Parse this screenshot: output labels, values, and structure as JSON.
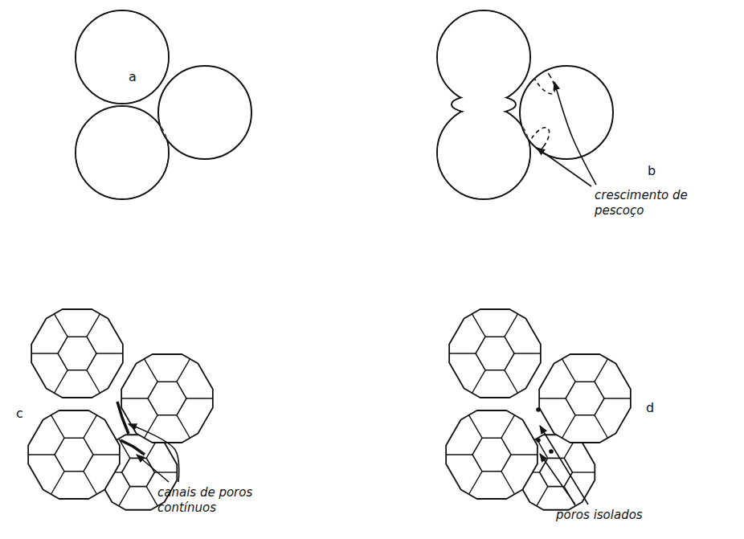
{
  "diagram": {
    "labels": [
      "a",
      "b",
      "crescimento de pescoço",
      "c",
      "canais de poros contínuos",
      "d",
      "poros isolados"
    ]
  }
}
